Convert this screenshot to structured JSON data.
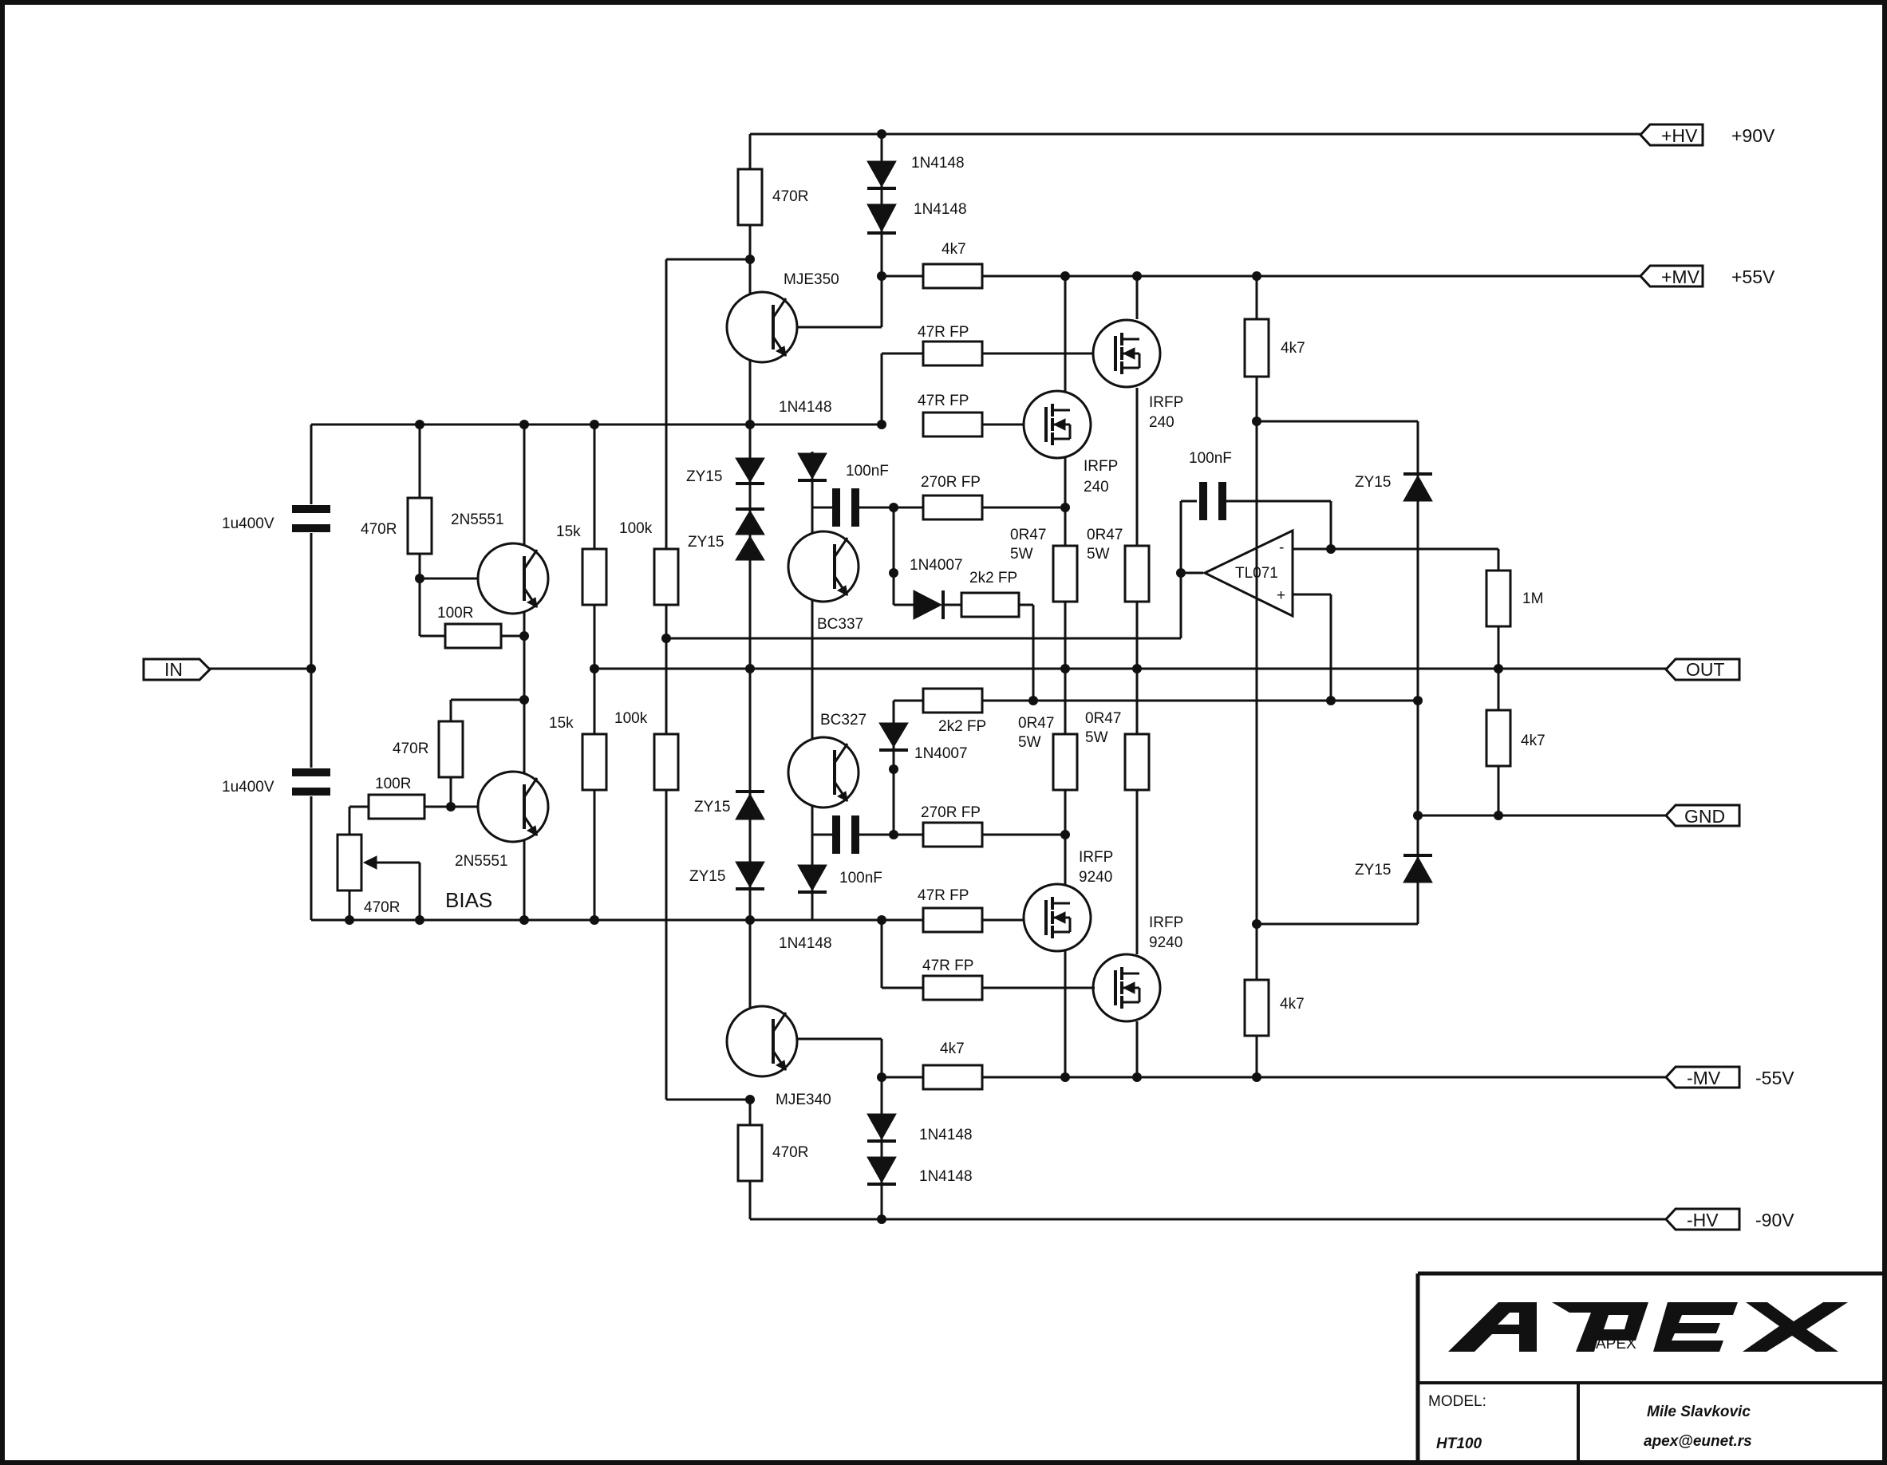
{
  "rails": {
    "hv_pos": {
      "label": "+HV",
      "voltage": "+90V"
    },
    "mv_pos": {
      "label": "+MV",
      "voltage": "+55V"
    },
    "mv_neg": {
      "label": "-MV",
      "voltage": "-55V"
    },
    "hv_neg": {
      "label": "-HV",
      "voltage": "-90V"
    },
    "input": "IN",
    "output": "OUT",
    "ground": "GND"
  },
  "components": {
    "d_top1": "1N4148",
    "d_top2": "1N4148",
    "r_top_470": "470R",
    "q_mje350": "MJE350",
    "r_4k7_top": "4k7",
    "r_47rfp_1": "47R FP",
    "r_47rfp_2": "47R FP",
    "d_1n4148_mid": "1N4148",
    "m_irfp240_a_l1": "IRFP",
    "m_irfp240_a_l2": "240",
    "m_irfp240_b_l1": "IRFP",
    "m_irfp240_b_l2": "240",
    "c_100nf_top": "100nF",
    "r_270rfp_top": "270R FP",
    "z_zy15_1": "ZY15",
    "z_zy15_2": "ZY15",
    "r_0r47_1a": "0R47",
    "r_0r47_1b": "5W",
    "r_0r47_2a": "0R47",
    "r_0r47_2b": "5W",
    "d_1n4007_top": "1N4007",
    "r_2k2fp_top": "2k2 FP",
    "q_bc337": "BC337",
    "c_1u400v_top": "1u400V",
    "r_470r_left": "470R",
    "q_2n5551_top": "2N5551",
    "r_100r_top": "100R",
    "r_15k_top": "15k",
    "r_100k_top": "100k",
    "c_100nf_op": "100nF",
    "u_tl071": "TL071",
    "op_minus": "-",
    "op_plus": "+",
    "r_4k7_right_top": "4k7",
    "z_zy15_right_top": "ZY15",
    "r_1m": "1M",
    "r_15k_bot": "15k",
    "r_100k_bot": "100k",
    "q_bc327": "BC327",
    "r_2k2fp_bot": "2k2 FP",
    "d_1n4007_bot": "1N4007",
    "r_0r47_3a": "0R47",
    "r_0r47_3b": "5W",
    "r_0r47_4a": "0R47",
    "r_0r47_4b": "5W",
    "c_1u400v_bot": "1u400V",
    "r_470r_bias": "470R",
    "r_100r_bot": "100R",
    "q_2n5551_bot": "2N5551",
    "p_470r": "470R",
    "bias": "BIAS",
    "z_zy15_3": "ZY15",
    "z_zy15_4": "ZY15",
    "r_270rfp_bot": "270R FP",
    "c_100nf_bot": "100nF",
    "r_4k7_right_mid": "4k7",
    "z_zy15_right_bot": "ZY15",
    "m_irfp9240_a_l1": "IRFP",
    "m_irfp9240_a_l2": "9240",
    "m_irfp9240_b_l1": "IRFP",
    "m_irfp9240_b_l2": "9240",
    "r_47rfp_3": "47R FP",
    "r_47rfp_4": "47R FP",
    "d_1n4148_bot": "1N4148",
    "q_mje340": "MJE340",
    "r_4k7_bot": "4k7",
    "r_4k7_right_bot": "4k7",
    "r_bot_470": "470R",
    "d_bot1": "1N4148",
    "d_bot2": "1N4148"
  },
  "title_block": {
    "logo": "APEX",
    "model_label": "MODEL:",
    "model": "HT100",
    "author": "Mile Slavkovic",
    "email": "apex@eunet.rs"
  }
}
